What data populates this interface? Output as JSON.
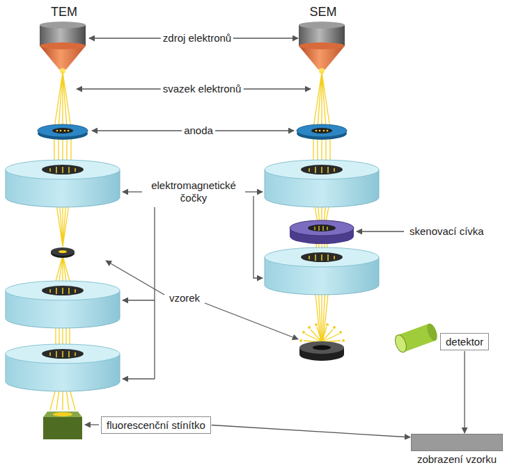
{
  "diagram": {
    "nodes": [
      {
        "text": [
          "detektor"
        ]
      },
      {
        "text": [
          "fluorescenční stínítko"
        ]
      },
      {
        "text": [
          "zobrazení vzorku"
        ]
      }
    ],
    "edges": [
      {
        "from": 0,
        "to": 2,
        "arrow": "to"
      },
      {
        "from": 1,
        "to": 2,
        "arrow": "to"
      }
    ],
    "labels": [
      "TEM",
      "SEM",
      "zdroj elektronů",
      "svazek elektronů",
      "anoda",
      "elektromagnetické čočky",
      "skenovací cívka",
      "vzorek"
    ]
  }
}
